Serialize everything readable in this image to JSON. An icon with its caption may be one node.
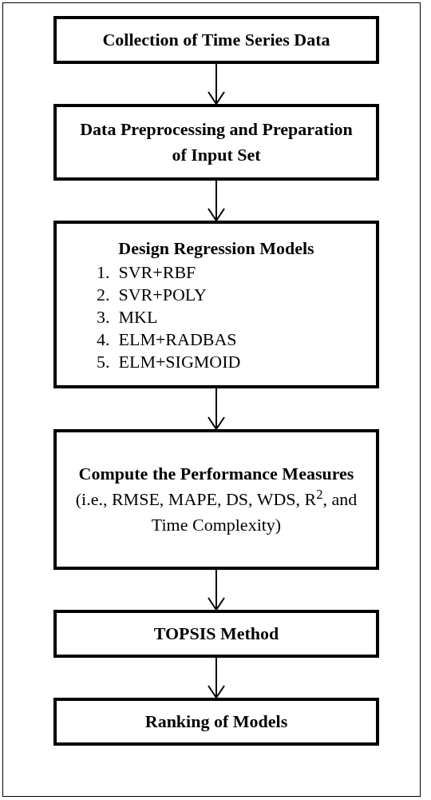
{
  "diagram": {
    "nodes": [
      {
        "text": [
          "Collection of Time Series Data"
        ]
      },
      {
        "text": [
          "Data Preprocessing and Preparation of Input Set"
        ]
      },
      {
        "text": [
          "Design Regression Models",
          "1.  SVR+RBF",
          "2.  SVR+POLY",
          "3.  MKL",
          "4.  ELM+RADBAS",
          "5.  ELM+SIGMOID"
        ]
      },
      {
        "text": [
          "Compute the Performance Measures",
          "(i.e., RMSE, MAPE, DS, WDS, R$^{2}$, and Time Complexity)"
        ]
      },
      {
        "text": [
          "TOPSIS Method"
        ]
      },
      {
        "text": [
          "Ranking of Models"
        ]
      }
    ],
    "edges": [
      {
        "from": 0,
        "to": 1,
        "arrow": "to"
      },
      {
        "from": 1,
        "to": 2,
        "arrow": "to"
      },
      {
        "from": 2,
        "to": 3,
        "arrow": "to"
      },
      {
        "from": 3,
        "to": 4,
        "arrow": "to"
      },
      {
        "from": 4,
        "to": 5,
        "arrow": "to"
      }
    ]
  }
}
